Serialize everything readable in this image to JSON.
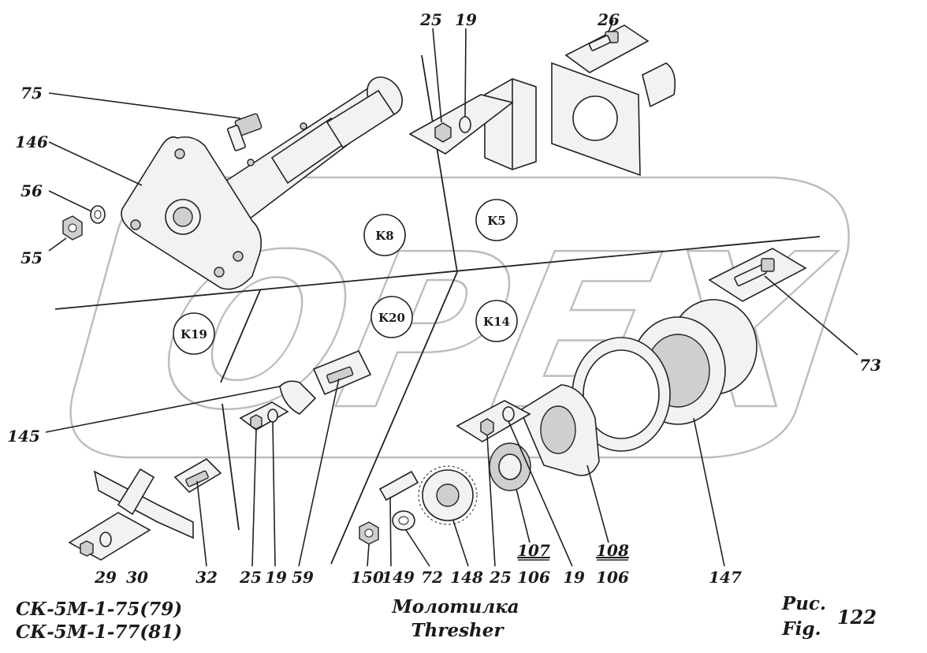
{
  "diagram": {
    "part_labels": [
      {
        "id": "l75",
        "text": "75"
      },
      {
        "id": "l146",
        "text": "146"
      },
      {
        "id": "l56",
        "text": "56"
      },
      {
        "id": "l55",
        "text": "55"
      },
      {
        "id": "l25a",
        "text": "25"
      },
      {
        "id": "l19a",
        "text": "19"
      },
      {
        "id": "l26",
        "text": "26"
      },
      {
        "id": "l73",
        "text": "73"
      },
      {
        "id": "l145",
        "text": "145"
      },
      {
        "id": "l29",
        "text": "29"
      },
      {
        "id": "l30",
        "text": "30"
      },
      {
        "id": "l32",
        "text": "32"
      },
      {
        "id": "l25b",
        "text": "25"
      },
      {
        "id": "l19b",
        "text": "19"
      },
      {
        "id": "l59",
        "text": "59"
      },
      {
        "id": "l150",
        "text": "150"
      },
      {
        "id": "l149",
        "text": "149"
      },
      {
        "id": "l72",
        "text": "72"
      },
      {
        "id": "l148",
        "text": "148"
      },
      {
        "id": "l25c",
        "text": "25"
      },
      {
        "id": "l107",
        "text": "107"
      },
      {
        "id": "l106a",
        "text": "106"
      },
      {
        "id": "l19c",
        "text": "19"
      },
      {
        "id": "l108",
        "text": "108"
      },
      {
        "id": "l106b",
        "text": "106"
      },
      {
        "id": "l147",
        "text": "147"
      }
    ],
    "zones": [
      "K8",
      "K5",
      "K19",
      "K20",
      "K14"
    ],
    "watermark": "OPEX"
  },
  "footer": {
    "model_line1": "СК-5М-1-75(79)",
    "model_line2": "СК-5М-1-77(81)",
    "title_ru": "Молотилка",
    "title_en": "Thresher",
    "fig_ru": "Рис.",
    "fig_en": "Fig.",
    "fig_number": "122"
  }
}
